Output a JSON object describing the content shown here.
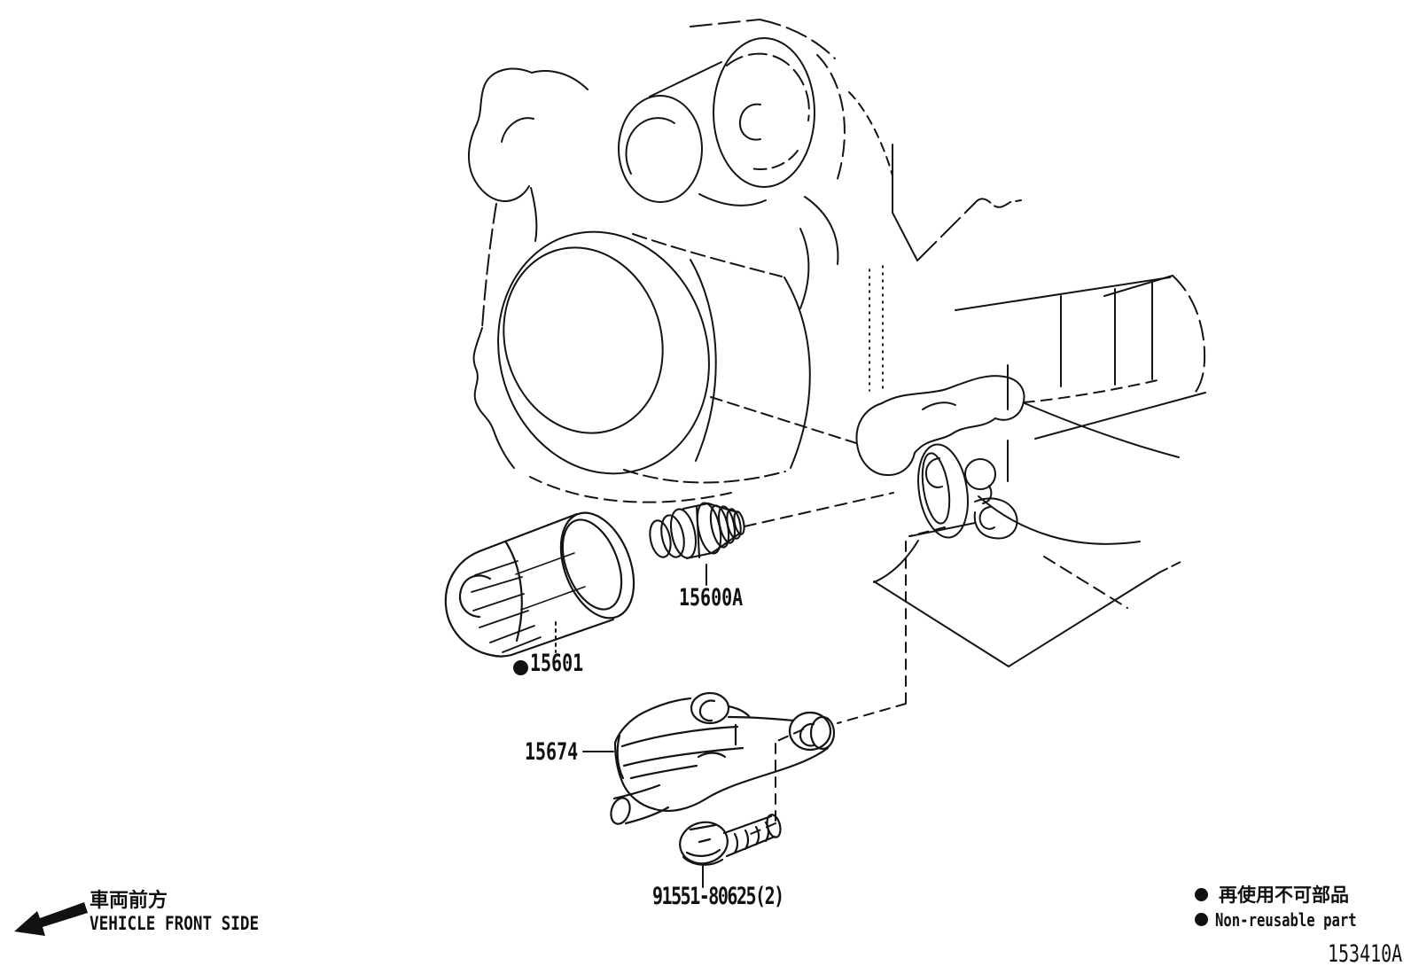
{
  "figure": {
    "code": "153410A"
  },
  "labels": {
    "filter": "15601",
    "union": "15600A",
    "bracket": "15674",
    "bolt": "91551-80625(2)"
  },
  "footer": {
    "jp": "車両前方",
    "en": "VEHICLE FRONT SIDE"
  },
  "legend": {
    "jp": "再使用不可部品",
    "en": "Non-reusable part"
  },
  "colors": {
    "line": "#141414",
    "background": "#ffffff"
  }
}
